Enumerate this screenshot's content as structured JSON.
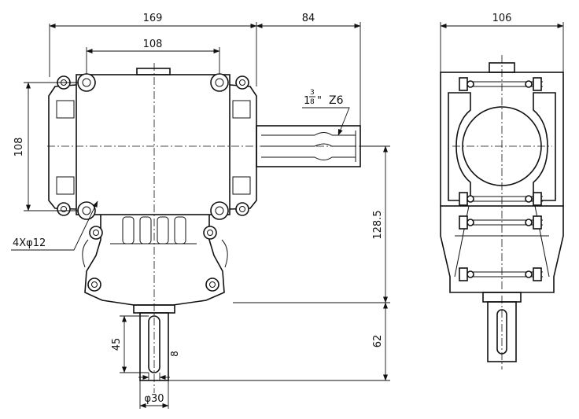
{
  "dimensions": {
    "overall_width": "169",
    "shaft_length": "84",
    "bolt_spacing_h": "108",
    "bolt_spacing_v": "108",
    "side_width": "106",
    "shaft_center_height": "128.5",
    "output_shaft_length": "62",
    "keyway_length": "45",
    "keyway_width": "8",
    "shaft_diameter": "φ30",
    "hole_callout": "4Xφ12"
  },
  "input_shaft": {
    "fraction_whole": "1",
    "fraction_num": "3",
    "fraction_den": "8",
    "inch_mark": "\"",
    "spline": "Z6"
  }
}
